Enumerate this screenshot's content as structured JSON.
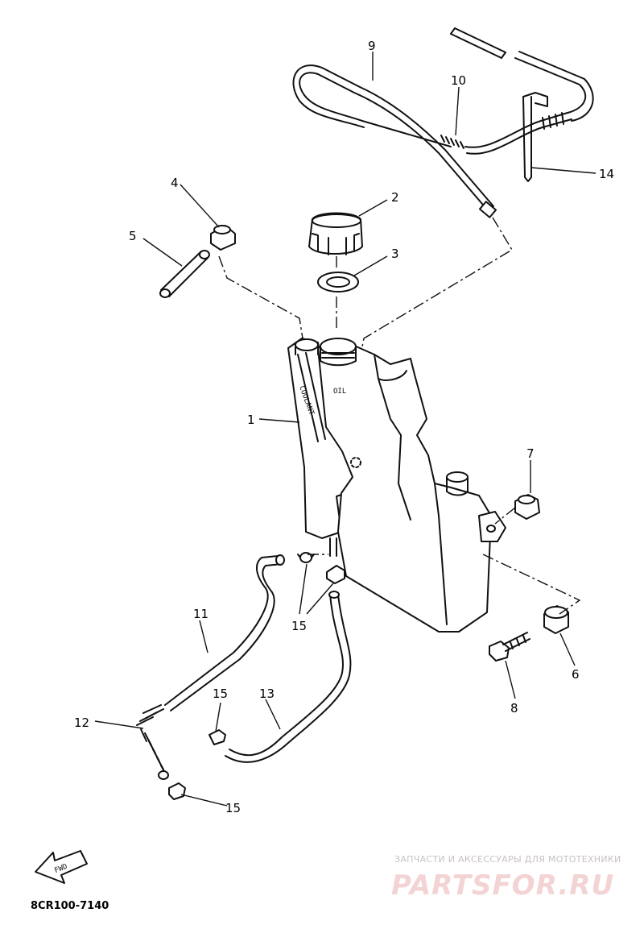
{
  "diagram": {
    "callouts": {
      "c1": "1",
      "c2": "2",
      "c3": "3",
      "c4": "4",
      "c5": "5",
      "c6": "6",
      "c7": "7",
      "c8": "8",
      "c9": "9",
      "c10": "10",
      "c11": "11",
      "c12": "12",
      "c13": "13",
      "c14": "14",
      "c15a": "15",
      "c15b": "15",
      "c15c": "15"
    },
    "tank_labels": {
      "coolant": "COOLANT",
      "oil": "OIL"
    },
    "fwd_label": "FWD",
    "diagram_code": "8CR100-7140"
  },
  "watermark": {
    "tagline": "ЗАПЧАСТИ И АКСЕССУАРЫ ДЛЯ МОТОТЕХНИКИ",
    "brand": "PARTSFOR.RU"
  }
}
